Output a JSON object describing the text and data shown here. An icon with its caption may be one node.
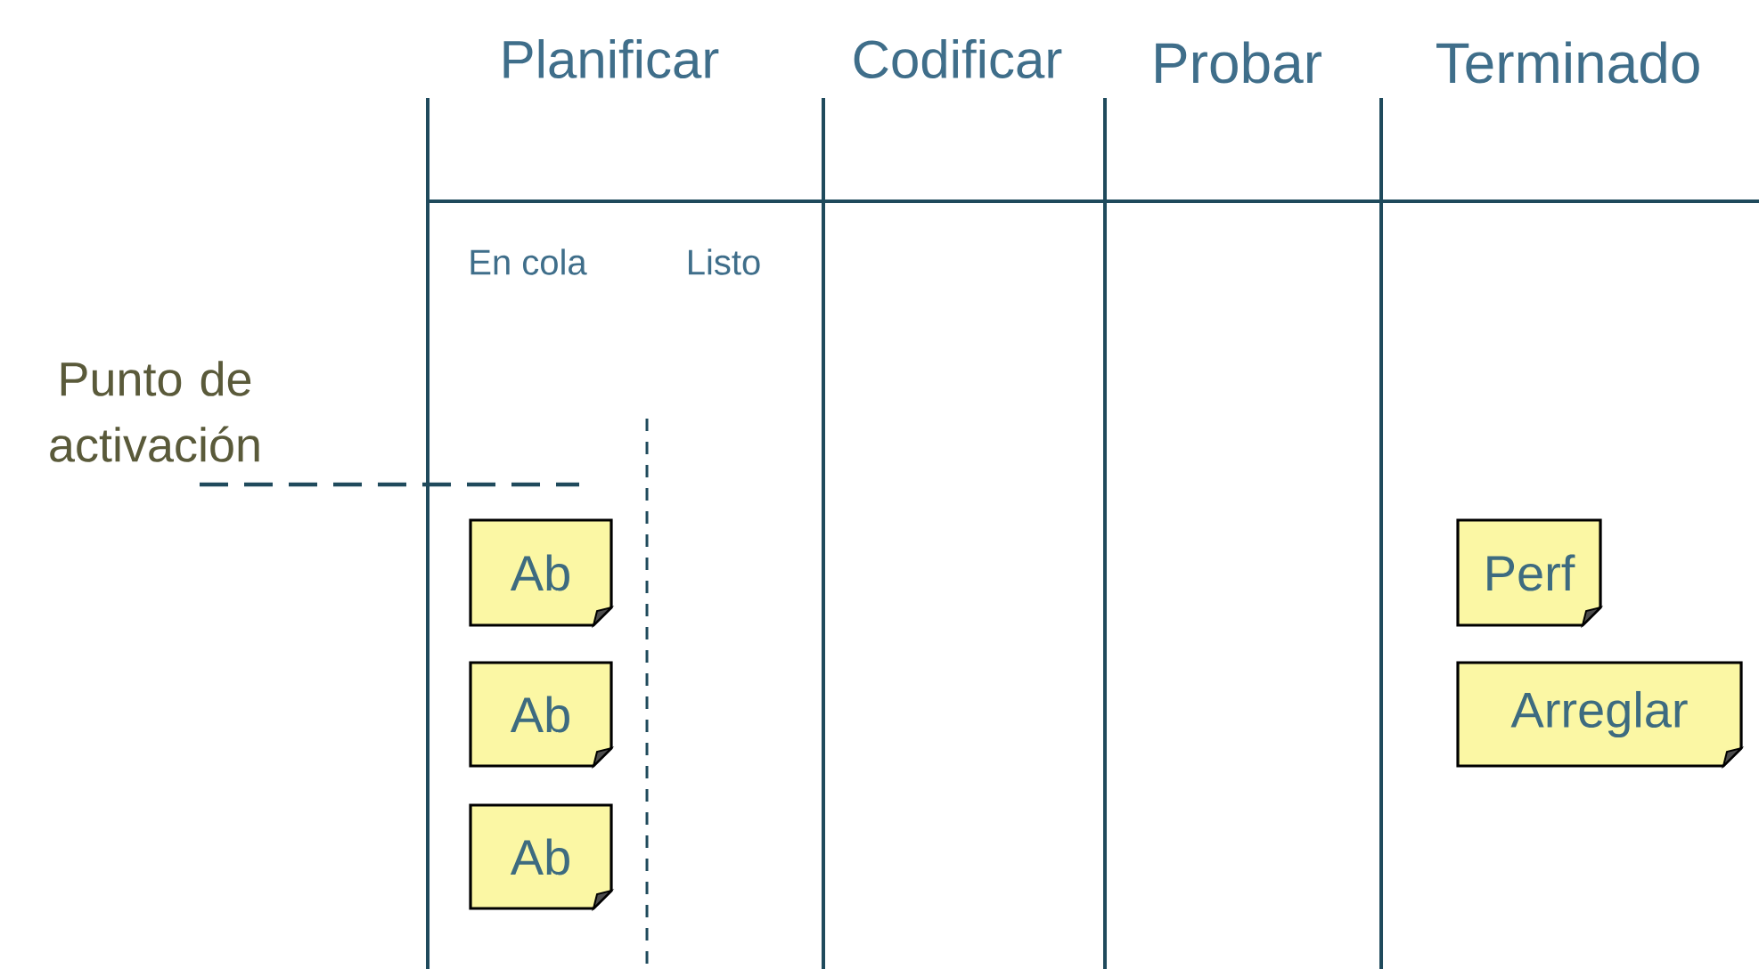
{
  "diagram": {
    "nodes": [
      {
        "text": [
          "Ab"
        ]
      },
      {
        "text": [
          "Ab"
        ]
      },
      {
        "text": [
          "Ab"
        ]
      },
      {
        "text": [
          "Perf"
        ]
      },
      {
        "text": [
          "Arreglar"
        ]
      }
    ],
    "labels": [
      "Planificar",
      "Codificar",
      "Probar",
      "Terminado",
      "En cola",
      "Listo",
      "Punto de activación"
    ]
  }
}
